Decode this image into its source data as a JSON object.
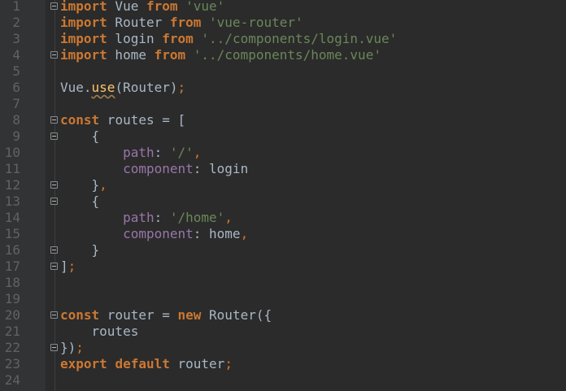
{
  "editor": {
    "colors": {
      "background": "#2b2b2b",
      "gutter": "#313335",
      "keyword": "#cc7832",
      "string": "#6a8759",
      "property": "#9876aa",
      "identifier": "#a9b7c6",
      "function": "#ffc66d",
      "line_number": "#606366"
    },
    "lines": [
      {
        "n": "1",
        "fold": true,
        "tokens": [
          {
            "t": "import",
            "c": "kw"
          },
          {
            "t": " Vue ",
            "c": "id"
          },
          {
            "t": "from",
            "c": "kw"
          },
          {
            "t": " ",
            "c": "id"
          },
          {
            "t": "'vue'",
            "c": "str"
          }
        ]
      },
      {
        "n": "2",
        "fold": false,
        "tokens": [
          {
            "t": "import",
            "c": "kw"
          },
          {
            "t": " Router ",
            "c": "id"
          },
          {
            "t": "from",
            "c": "kw"
          },
          {
            "t": " ",
            "c": "id"
          },
          {
            "t": "'vue-router'",
            "c": "str"
          }
        ]
      },
      {
        "n": "3",
        "fold": false,
        "tokens": [
          {
            "t": "import",
            "c": "kw"
          },
          {
            "t": " login ",
            "c": "id"
          },
          {
            "t": "from",
            "c": "kw"
          },
          {
            "t": " ",
            "c": "id"
          },
          {
            "t": "'../components/login.vue'",
            "c": "str"
          }
        ]
      },
      {
        "n": "4",
        "fold": true,
        "tokens": [
          {
            "t": "import",
            "c": "kw"
          },
          {
            "t": " home ",
            "c": "id"
          },
          {
            "t": "from",
            "c": "kw"
          },
          {
            "t": " ",
            "c": "id"
          },
          {
            "t": "'../components/home.vue'",
            "c": "str"
          }
        ]
      },
      {
        "n": "5",
        "fold": false,
        "tokens": []
      },
      {
        "n": "6",
        "fold": false,
        "tokens": [
          {
            "t": "Vue.",
            "c": "id"
          },
          {
            "t": "use",
            "c": "fn"
          },
          {
            "t": "(Router)",
            "c": "id"
          },
          {
            "t": ";",
            "c": "pun"
          }
        ]
      },
      {
        "n": "7",
        "fold": false,
        "tokens": []
      },
      {
        "n": "8",
        "fold": true,
        "tokens": [
          {
            "t": "const",
            "c": "kw"
          },
          {
            "t": " routes = [",
            "c": "id"
          }
        ]
      },
      {
        "n": "9",
        "fold": true,
        "tokens": [
          {
            "t": "    {",
            "c": "id"
          }
        ]
      },
      {
        "n": "10",
        "fold": false,
        "tokens": [
          {
            "t": "        ",
            "c": "id"
          },
          {
            "t": "path",
            "c": "prop"
          },
          {
            "t": ": ",
            "c": "id"
          },
          {
            "t": "'/'",
            "c": "str"
          },
          {
            "t": ",",
            "c": "pun"
          }
        ]
      },
      {
        "n": "11",
        "fold": false,
        "tokens": [
          {
            "t": "        ",
            "c": "id"
          },
          {
            "t": "component",
            "c": "prop"
          },
          {
            "t": ": login",
            "c": "id"
          }
        ]
      },
      {
        "n": "12",
        "fold": true,
        "tokens": [
          {
            "t": "    }",
            "c": "id"
          },
          {
            "t": ",",
            "c": "pun"
          }
        ]
      },
      {
        "n": "13",
        "fold": true,
        "tokens": [
          {
            "t": "    {",
            "c": "id"
          }
        ]
      },
      {
        "n": "14",
        "fold": false,
        "tokens": [
          {
            "t": "        ",
            "c": "id"
          },
          {
            "t": "path",
            "c": "prop"
          },
          {
            "t": ": ",
            "c": "id"
          },
          {
            "t": "'/home'",
            "c": "str"
          },
          {
            "t": ",",
            "c": "pun"
          }
        ]
      },
      {
        "n": "15",
        "fold": false,
        "tokens": [
          {
            "t": "        ",
            "c": "id"
          },
          {
            "t": "component",
            "c": "prop"
          },
          {
            "t": ": home",
            "c": "id"
          },
          {
            "t": ",",
            "c": "pun"
          }
        ]
      },
      {
        "n": "16",
        "fold": true,
        "tokens": [
          {
            "t": "    }",
            "c": "id"
          }
        ]
      },
      {
        "n": "17",
        "fold": true,
        "tokens": [
          {
            "t": "]",
            "c": "id"
          },
          {
            "t": ";",
            "c": "pun"
          }
        ]
      },
      {
        "n": "18",
        "fold": false,
        "tokens": []
      },
      {
        "n": "19",
        "fold": false,
        "tokens": []
      },
      {
        "n": "20",
        "fold": true,
        "tokens": [
          {
            "t": "const",
            "c": "kw"
          },
          {
            "t": " router = ",
            "c": "id"
          },
          {
            "t": "new",
            "c": "kw"
          },
          {
            "t": " Router({",
            "c": "id"
          }
        ]
      },
      {
        "n": "21",
        "fold": false,
        "tokens": [
          {
            "t": "    routes",
            "c": "id"
          }
        ]
      },
      {
        "n": "22",
        "fold": true,
        "tokens": [
          {
            "t": "})",
            "c": "id"
          },
          {
            "t": ";",
            "c": "pun"
          }
        ]
      },
      {
        "n": "23",
        "fold": false,
        "tokens": [
          {
            "t": "export",
            "c": "kw"
          },
          {
            "t": " ",
            "c": "id"
          },
          {
            "t": "default",
            "c": "kw"
          },
          {
            "t": " router",
            "c": "id"
          },
          {
            "t": ";",
            "c": "pun"
          }
        ]
      },
      {
        "n": "24",
        "fold": false,
        "tokens": [],
        "caret": true
      }
    ]
  }
}
